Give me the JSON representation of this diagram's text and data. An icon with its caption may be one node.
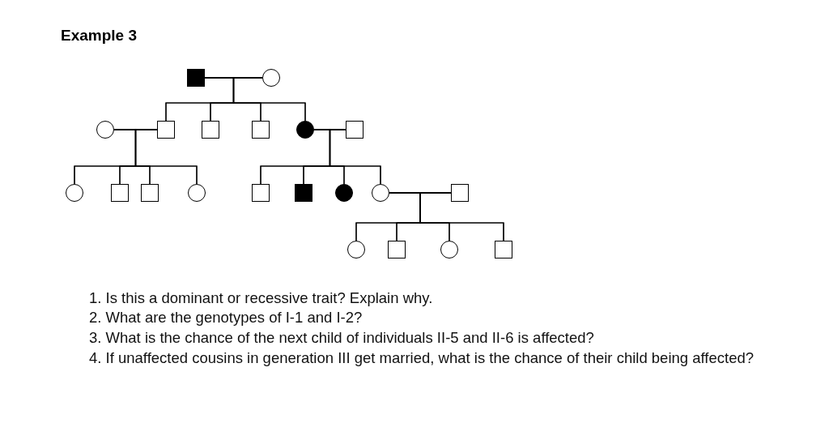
{
  "diagram": {
    "title": "Example 3",
    "nodes": [
      {
        "text": [],
        "shape": "filled-square"
      },
      {
        "text": [],
        "shape": "circle"
      },
      {
        "text": [],
        "shape": "circle"
      },
      {
        "text": [],
        "shape": "box"
      },
      {
        "text": [],
        "shape": "box"
      },
      {
        "text": [],
        "shape": "box"
      },
      {
        "text": [],
        "shape": "filled-circle"
      },
      {
        "text": [],
        "shape": "box"
      },
      {
        "text": [],
        "shape": "circle"
      },
      {
        "text": [],
        "shape": "box"
      },
      {
        "text": [],
        "shape": "box"
      },
      {
        "text": [],
        "shape": "circle"
      },
      {
        "text": [],
        "shape": "box"
      },
      {
        "text": [],
        "shape": "filled-square"
      },
      {
        "text": [],
        "shape": "filled-circle"
      },
      {
        "text": [],
        "shape": "circle"
      },
      {
        "text": [],
        "shape": "box"
      },
      {
        "text": [],
        "shape": "circle"
      },
      {
        "text": [],
        "shape": "box"
      },
      {
        "text": [],
        "shape": "circle"
      },
      {
        "text": [],
        "shape": "box"
      }
    ],
    "edges": [
      {
        "from": 0,
        "to": 1,
        "arrow": "none"
      },
      {
        "from": 0,
        "to": 3,
        "arrow": "none"
      },
      {
        "from": 0,
        "to": 4,
        "arrow": "none"
      },
      {
        "from": 0,
        "to": 5,
        "arrow": "none"
      },
      {
        "from": 0,
        "to": 6,
        "arrow": "none"
      },
      {
        "from": 1,
        "to": 3,
        "arrow": "none"
      },
      {
        "from": 1,
        "to": 4,
        "arrow": "none"
      },
      {
        "from": 1,
        "to": 5,
        "arrow": "none"
      },
      {
        "from": 1,
        "to": 6,
        "arrow": "none"
      },
      {
        "from": 2,
        "to": 3,
        "arrow": "none"
      },
      {
        "from": 6,
        "to": 7,
        "arrow": "none"
      },
      {
        "from": 2,
        "to": 8,
        "arrow": "none"
      },
      {
        "from": 2,
        "to": 9,
        "arrow": "none"
      },
      {
        "from": 2,
        "to": 10,
        "arrow": "none"
      },
      {
        "from": 2,
        "to": 11,
        "arrow": "none"
      },
      {
        "from": 3,
        "to": 8,
        "arrow": "none"
      },
      {
        "from": 3,
        "to": 9,
        "arrow": "none"
      },
      {
        "from": 3,
        "to": 10,
        "arrow": "none"
      },
      {
        "from": 3,
        "to": 11,
        "arrow": "none"
      },
      {
        "from": 6,
        "to": 12,
        "arrow": "none"
      },
      {
        "from": 6,
        "to": 13,
        "arrow": "none"
      },
      {
        "from": 6,
        "to": 14,
        "arrow": "none"
      },
      {
        "from": 6,
        "to": 15,
        "arrow": "none"
      },
      {
        "from": 7,
        "to": 12,
        "arrow": "none"
      },
      {
        "from": 7,
        "to": 13,
        "arrow": "none"
      },
      {
        "from": 7,
        "to": 14,
        "arrow": "none"
      },
      {
        "from": 7,
        "to": 15,
        "arrow": "none"
      },
      {
        "from": 15,
        "to": 16,
        "arrow": "none"
      },
      {
        "from": 15,
        "to": 17,
        "arrow": "none"
      },
      {
        "from": 15,
        "to": 18,
        "arrow": "none"
      },
      {
        "from": 15,
        "to": 19,
        "arrow": "none"
      },
      {
        "from": 15,
        "to": 20,
        "arrow": "none"
      },
      {
        "from": 16,
        "to": 17,
        "arrow": "none"
      },
      {
        "from": 16,
        "to": 18,
        "arrow": "none"
      },
      {
        "from": 16,
        "to": 19,
        "arrow": "none"
      },
      {
        "from": 16,
        "to": 20,
        "arrow": "none"
      }
    ],
    "labels": [
      "1. Is this a dominant or recessive trait? Explain why.",
      "2. What are the genotypes of I-1 and I-2?",
      "3. What is the chance of the next child of individuals II-5 and II-6 is affected?",
      "4. If unaffected cousins in generation III get married, what is the chance of their child being affected?"
    ]
  }
}
